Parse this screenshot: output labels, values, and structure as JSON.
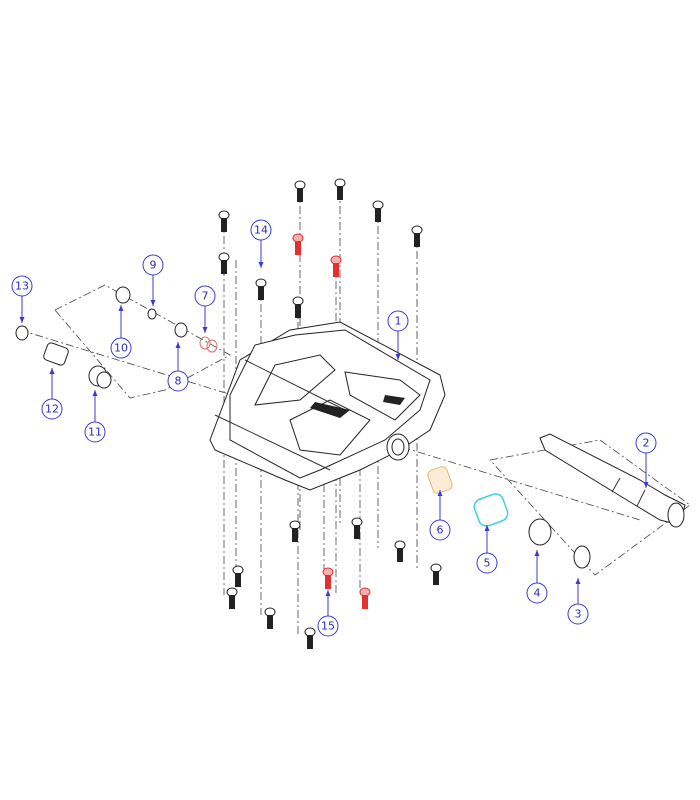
{
  "diagram": {
    "type": "exploded-parts-diagram",
    "callouts": [
      "1",
      "2",
      "3",
      "4",
      "5",
      "6",
      "7",
      "8",
      "9",
      "10",
      "11",
      "12",
      "13",
      "14",
      "15"
    ],
    "colors": {
      "callout": "#3b3bd0",
      "red_screws_15": "#e03030",
      "red_oring_7": "#e07070",
      "bushing_6": "#e8b870",
      "sleeve_5": "#40d0e0",
      "line": "#222222"
    }
  }
}
